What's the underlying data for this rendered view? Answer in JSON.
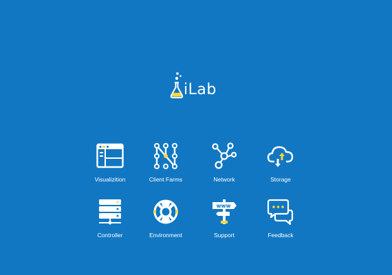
{
  "app": {
    "logo_text": "iLab"
  },
  "colors": {
    "background": "#1177c3",
    "icon_white": "#ffffff",
    "accent_yellow": "#f5d63d"
  },
  "menu": {
    "items": [
      {
        "label": "Visualizition",
        "icon": "browser-window-icon"
      },
      {
        "label": "Client Farms",
        "icon": "node-grid-icon"
      },
      {
        "label": "Network",
        "icon": "network-graph-icon"
      },
      {
        "label": "Storage",
        "icon": "cloud-sync-icon"
      },
      {
        "label": "Controller",
        "icon": "server-rack-icon"
      },
      {
        "label": "Environment",
        "icon": "lifebuoy-icon"
      },
      {
        "label": "Support",
        "icon": "www-signpost-icon"
      },
      {
        "label": "Feedback",
        "icon": "chat-bubbles-icon"
      }
    ]
  }
}
